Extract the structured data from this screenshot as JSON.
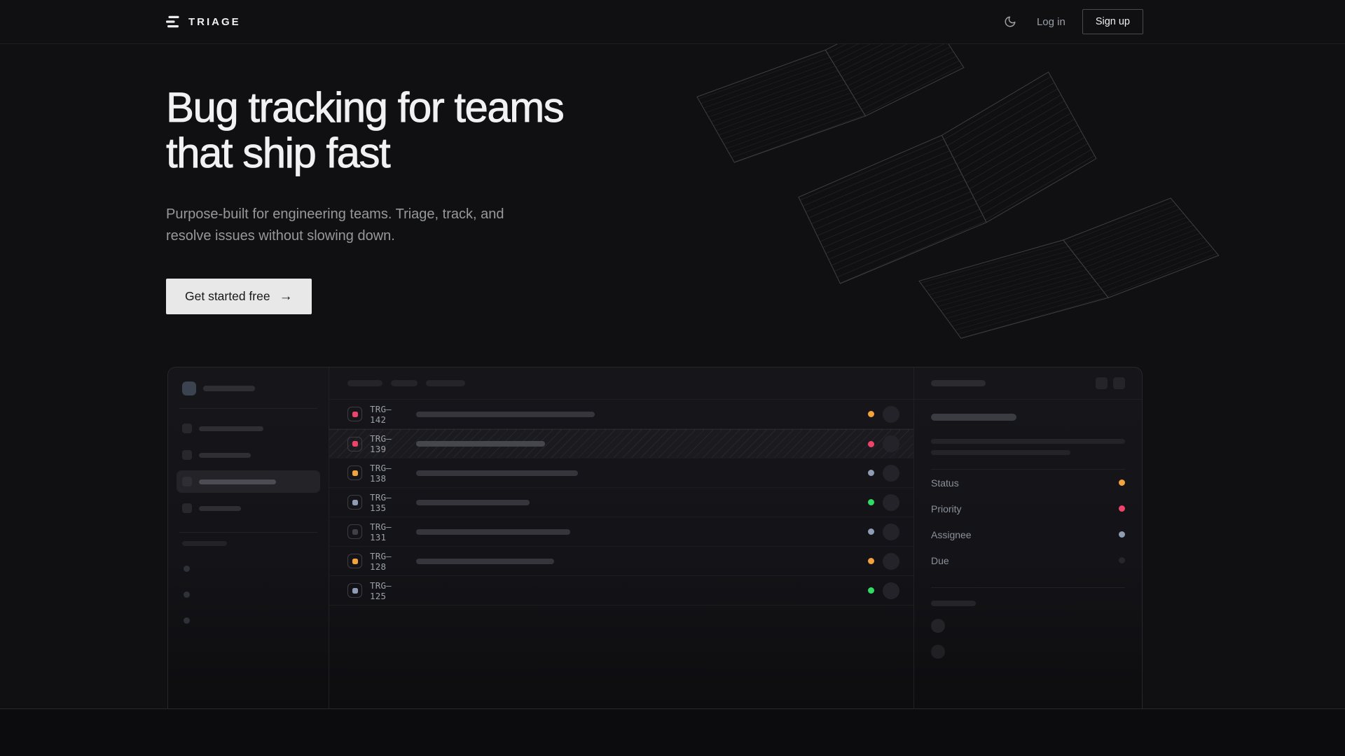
{
  "brand": {
    "name": "TRIAGE"
  },
  "nav": {
    "login_label": "Log in",
    "signup_label": "Sign up"
  },
  "hero": {
    "title": "Bug tracking for teams\nthat ship fast",
    "subtitle": "Purpose-built for engineering teams. Triage, track, and\nresolve issues without slowing down.",
    "cta_label": "Get started free",
    "cta_arrow": "→"
  },
  "app_preview": {
    "issues": [
      {
        "id": "TRG–142",
        "icon_color": "#f0436a",
        "status_color": "#f2a33c"
      },
      {
        "id": "TRG–139",
        "icon_color": "#f0436a",
        "status_color": "#f0436a"
      },
      {
        "id": "TRG–138",
        "icon_color": "#f2a33c",
        "status_color": "#8e9db4"
      },
      {
        "id": "TRG–135",
        "icon_color": "#8e9db4",
        "status_color": "#2fdd64"
      },
      {
        "id": "TRG–131",
        "icon_color": "#404048",
        "status_color": "#8e9db4"
      },
      {
        "id": "TRG–128",
        "icon_color": "#f2a33c",
        "status_color": "#f2a33c"
      },
      {
        "id": "TRG–125",
        "icon_color": "#8e9db4",
        "status_color": "#2fdd64"
      }
    ],
    "detail_panel": {
      "fields": [
        {
          "label": "Status",
          "color": "#f2a33c"
        },
        {
          "label": "Priority",
          "color": "#f0436a"
        },
        {
          "label": "Assignee",
          "color": "#8e9db4"
        },
        {
          "label": "Due",
          "color": "#26262b"
        }
      ]
    }
  },
  "colors": {
    "page_bg": "#101013",
    "accent_amber": "#f2a33c",
    "accent_rose": "#f0436a",
    "accent_slate": "#8e9db4",
    "accent_green": "#2fdd64",
    "cta_bg": "#e8e8e8"
  }
}
